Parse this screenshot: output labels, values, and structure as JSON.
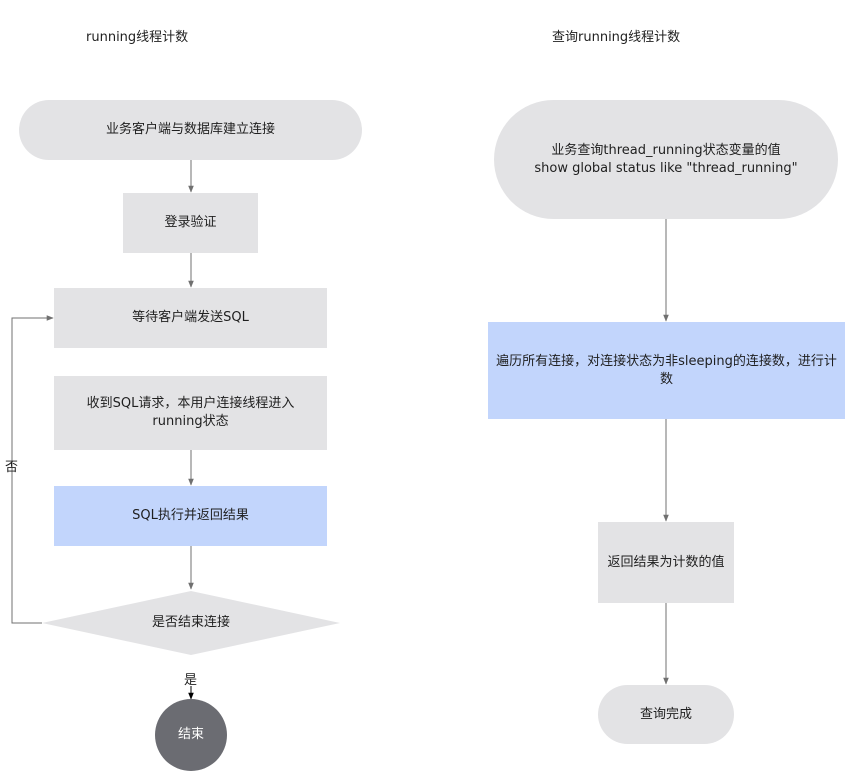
{
  "left": {
    "title": "running线程计数",
    "nodes": {
      "connect": "业务客户端与数据库建立连接",
      "login": "登录验证",
      "wait_sql": "等待客户端发送SQL",
      "receive_sql_1": "收到SQL请求，本用户连接线程进入",
      "receive_sql_2": "running状态",
      "execute": "SQL执行并返回结果",
      "decision": "是否结束连接",
      "end": "结束"
    },
    "edge_labels": {
      "yes": "是",
      "no": "否"
    }
  },
  "right": {
    "title": "查询running线程计数",
    "nodes": {
      "query_1": "业务查询thread_running状态变量的值",
      "query_2": "show global status like \"thread_running\"",
      "traverse": "遍历所有连接，对连接状态为非sleeping的连接数，进行计数",
      "return": "返回结果为计数的值",
      "done": "查询完成"
    }
  },
  "colors": {
    "grey_box": "#e3e3e5",
    "blue_box": "#c2d5fc",
    "end_circle": "#6b6c72",
    "edge": "#707070"
  }
}
